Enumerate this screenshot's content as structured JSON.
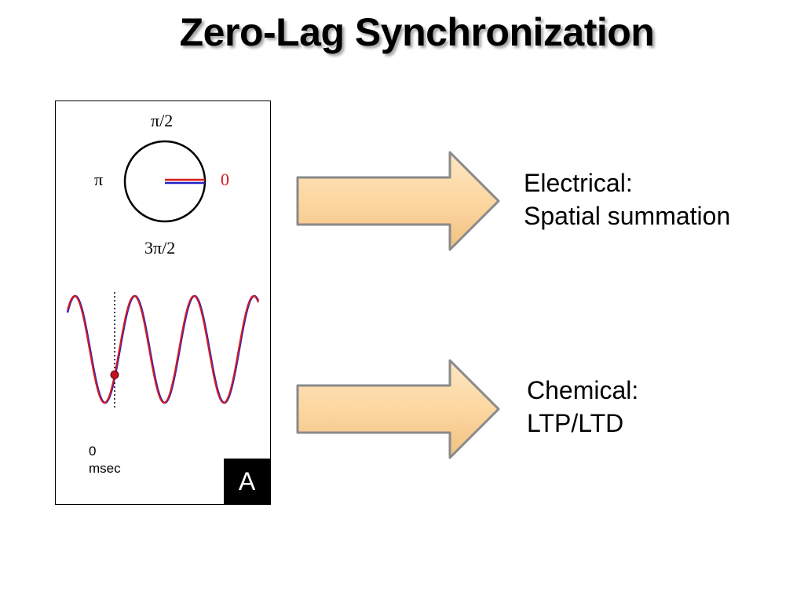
{
  "title": "Zero-Lag Synchronization",
  "panel": {
    "phase_labels": {
      "top": "π/2",
      "left": "π",
      "right": "0",
      "bottom": "3π/2"
    },
    "time_label_value": "0",
    "time_label_unit": "msec",
    "badge": "A",
    "colors": {
      "trace_red": "#d81a1a",
      "trace_blue": "#2222cc",
      "marker": "#c0141e"
    }
  },
  "arrows": {
    "fill": "#fcd7a0",
    "edge": "#888888"
  },
  "effects": [
    {
      "line1": "Electrical:",
      "line2": "Spatial summation"
    },
    {
      "line1": "Chemical:",
      "line2": "LTP/LTD"
    }
  ]
}
